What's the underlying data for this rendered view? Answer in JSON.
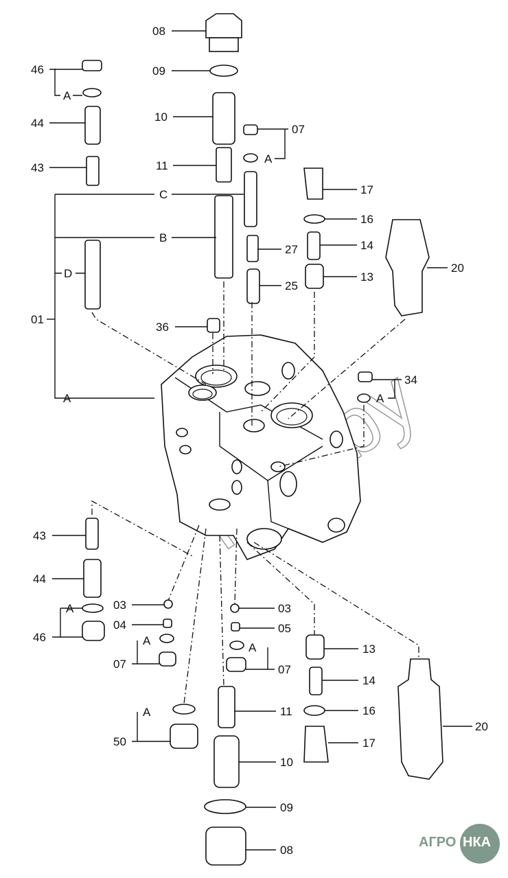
{
  "title": "Exploded parts diagram - valve block",
  "labels": {
    "t08": "08",
    "t09": "09",
    "t10": "10",
    "t11": "11",
    "t46": "46",
    "tA1": "A",
    "t44": "44",
    "t43": "43",
    "t07": "07",
    "tA2": "A",
    "tC": "C",
    "tB": "B",
    "tD": "D",
    "t01": "01",
    "tA3": "A",
    "t36": "36",
    "t17": "17",
    "t16": "16",
    "t14": "14",
    "t27": "27",
    "t13": "13",
    "t25": "25",
    "t20": "20",
    "t34": "34",
    "tA4": "A",
    "b43": "43",
    "b44": "44",
    "b46": "46",
    "bA1": "A",
    "b03": "03",
    "b04": "04",
    "bA2": "A",
    "b07": "07",
    "bA3": "A",
    "b50": "50",
    "b03r": "03",
    "b05": "05",
    "bA4": "A",
    "b07r": "07",
    "b13": "13",
    "b14": "14",
    "b11": "11",
    "b16": "16",
    "b17": "17",
    "b20": "20",
    "b10": "10",
    "b09": "09",
    "b08": "08"
  },
  "watermark": "nka.by",
  "logo": {
    "left": "АГРО",
    "right": "НКА",
    "color": "#7f9a8c"
  }
}
